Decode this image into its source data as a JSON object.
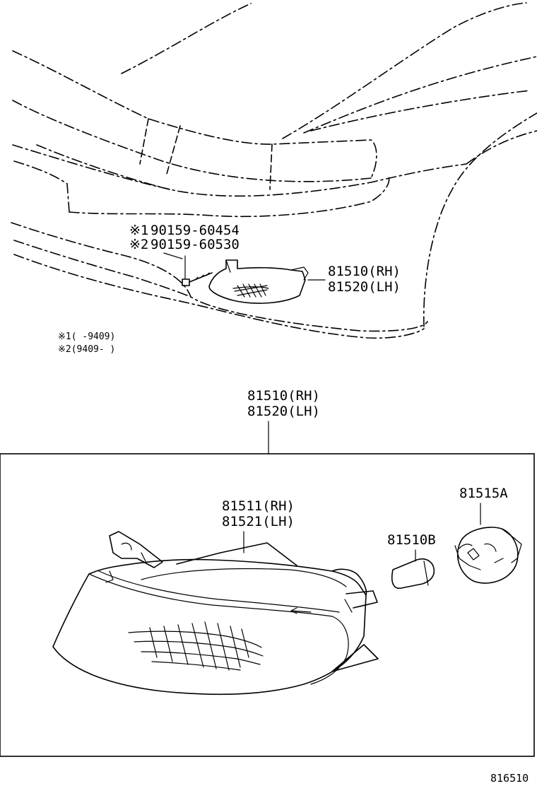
{
  "callouts": {
    "bolt_note1_mark": "※1",
    "bolt_note1_part": "90159-60454",
    "bolt_note2_mark": "※2",
    "bolt_note2_part": "90159-60530",
    "lamp_rh_top": "81510(RH)",
    "lamp_lh_top": "81520(LH)",
    "note1": "※1(    -9409)",
    "note2": "※2(9409-    )",
    "assembly_rh": "81510(RH)",
    "assembly_lh": "81520(LH)",
    "lens_rh": "81511(RH)",
    "lens_lh": "81521(LH)",
    "bulb": "81510B",
    "socket": "81515A"
  },
  "footer": {
    "diagram_id": "816510"
  }
}
